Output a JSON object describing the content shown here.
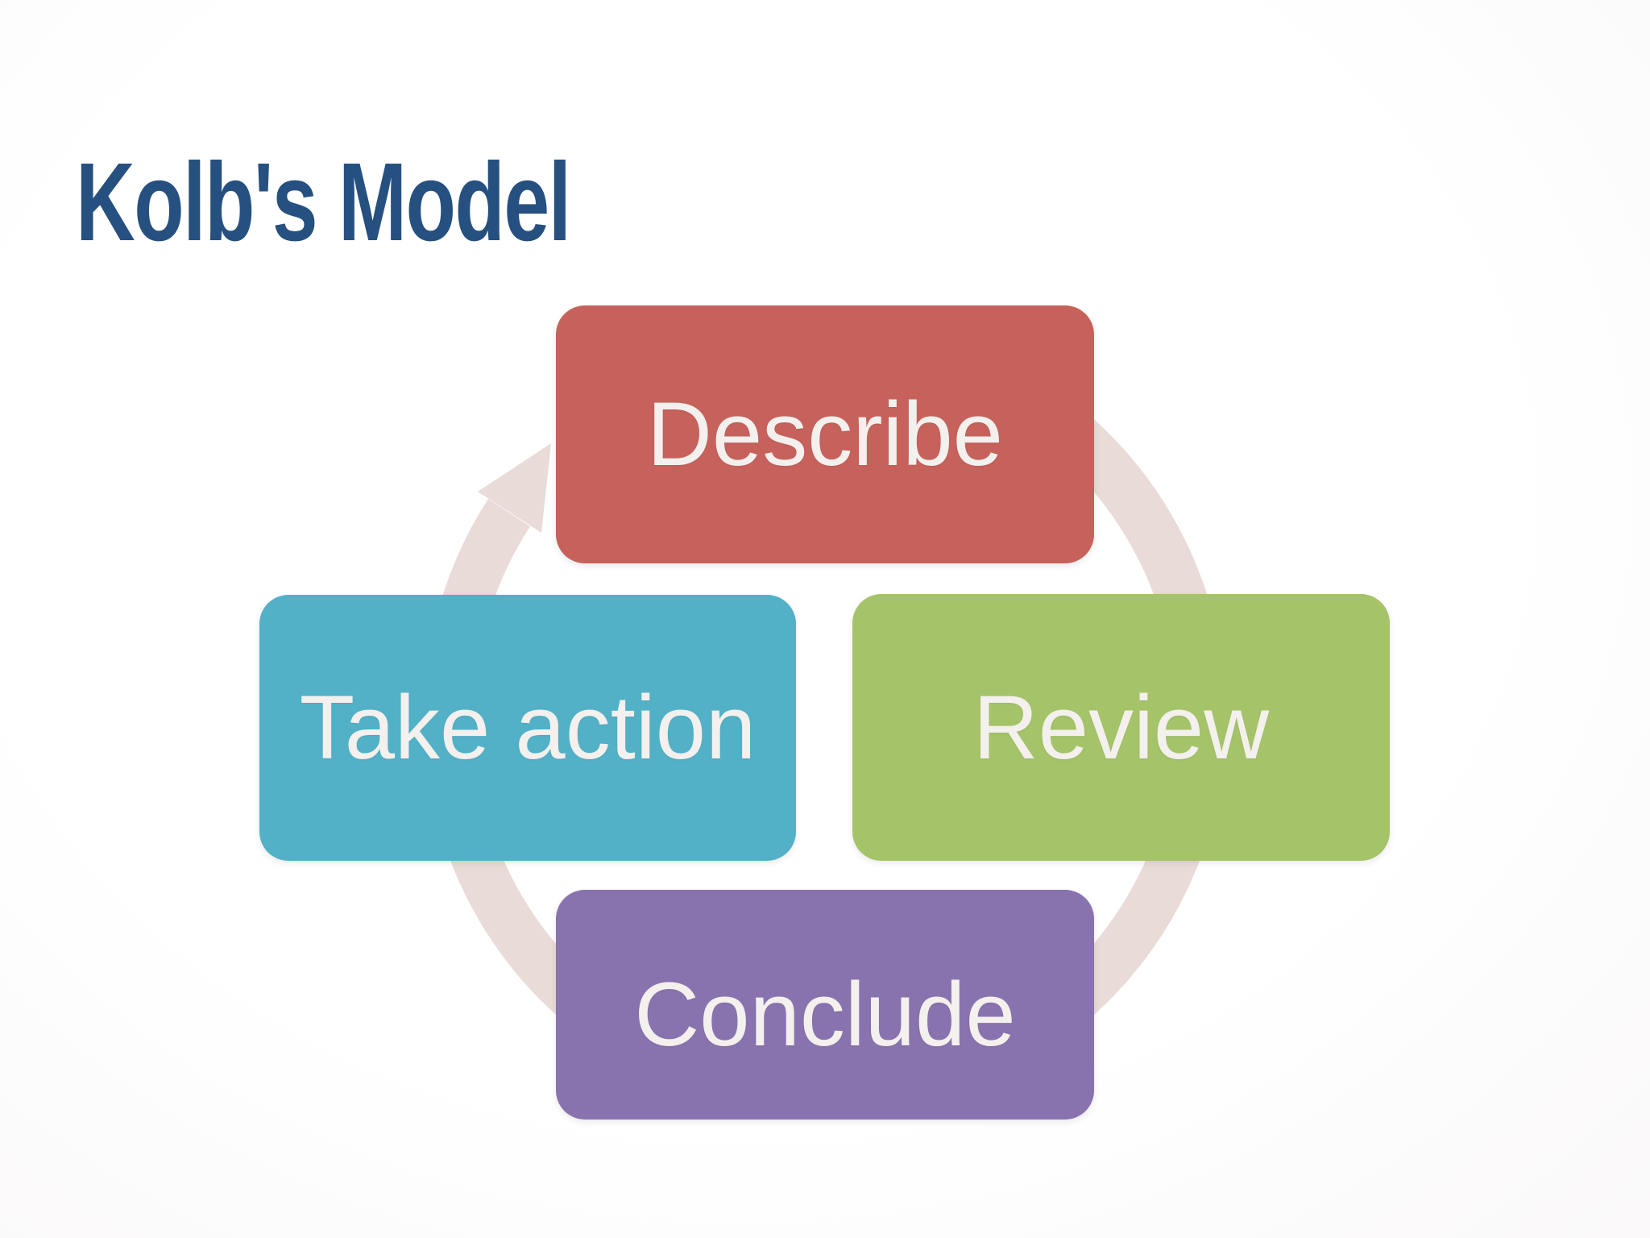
{
  "slide": {
    "title": "Kolb's Model",
    "title_color": "#26507F",
    "background_color": "#FDFCFC"
  },
  "diagram": {
    "type": "cycle",
    "direction": "clockwise",
    "arrow_color": "#E9DBD7",
    "label_color": "#F3F0EE",
    "steps": [
      {
        "label": "Describe",
        "color": "#C6625B",
        "position": "top"
      },
      {
        "label": "Review",
        "color": "#A5C368",
        "position": "right"
      },
      {
        "label": "Conclude",
        "color": "#8973AF",
        "position": "bottom"
      },
      {
        "label": "Take action",
        "color": "#52B1C7",
        "position": "left"
      }
    ]
  }
}
